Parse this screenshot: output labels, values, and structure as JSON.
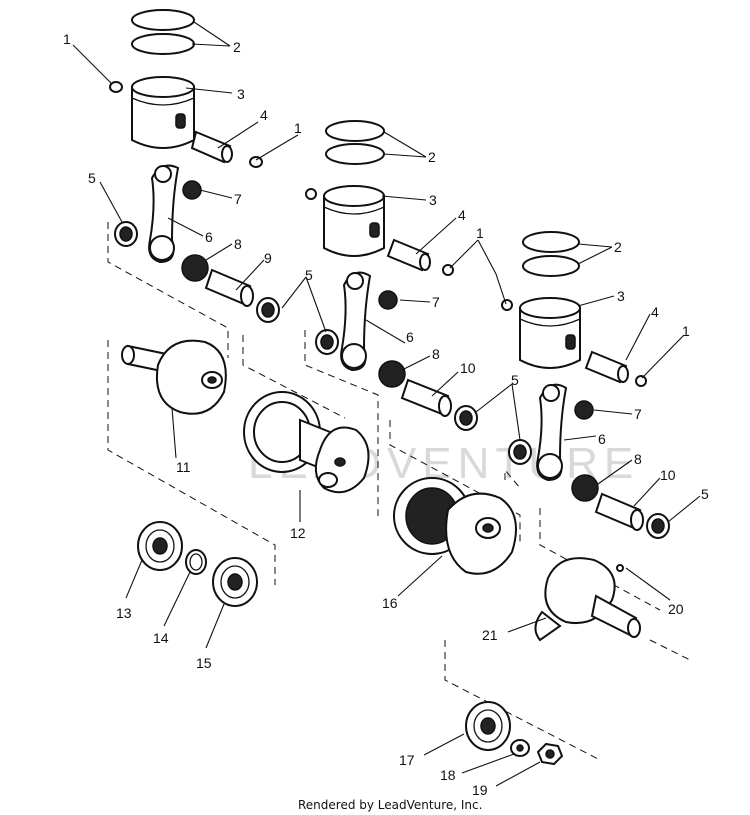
{
  "watermark": "LEADVENTURE",
  "footer": "Rendered by LeadVenture, Inc.",
  "callouts": [
    {
      "label": "1"
    },
    {
      "label": "2"
    },
    {
      "label": "3"
    },
    {
      "label": "4"
    },
    {
      "label": "1"
    },
    {
      "label": "2"
    },
    {
      "label": "3"
    },
    {
      "label": "4"
    },
    {
      "label": "1"
    },
    {
      "label": "2"
    },
    {
      "label": "3"
    },
    {
      "label": "4"
    },
    {
      "label": "1"
    },
    {
      "label": "5"
    },
    {
      "label": "7"
    },
    {
      "label": "6"
    },
    {
      "label": "8"
    },
    {
      "label": "9"
    },
    {
      "label": "5"
    },
    {
      "label": "7"
    },
    {
      "label": "6"
    },
    {
      "label": "8"
    },
    {
      "label": "10"
    },
    {
      "label": "5"
    },
    {
      "label": "7"
    },
    {
      "label": "6"
    },
    {
      "label": "8"
    },
    {
      "label": "10"
    },
    {
      "label": "5"
    },
    {
      "label": "11"
    },
    {
      "label": "12"
    },
    {
      "label": "16"
    },
    {
      "label": "20"
    },
    {
      "label": "21"
    },
    {
      "label": "13"
    },
    {
      "label": "14"
    },
    {
      "label": "15"
    },
    {
      "label": "17"
    },
    {
      "label": "18"
    },
    {
      "label": "19"
    }
  ]
}
